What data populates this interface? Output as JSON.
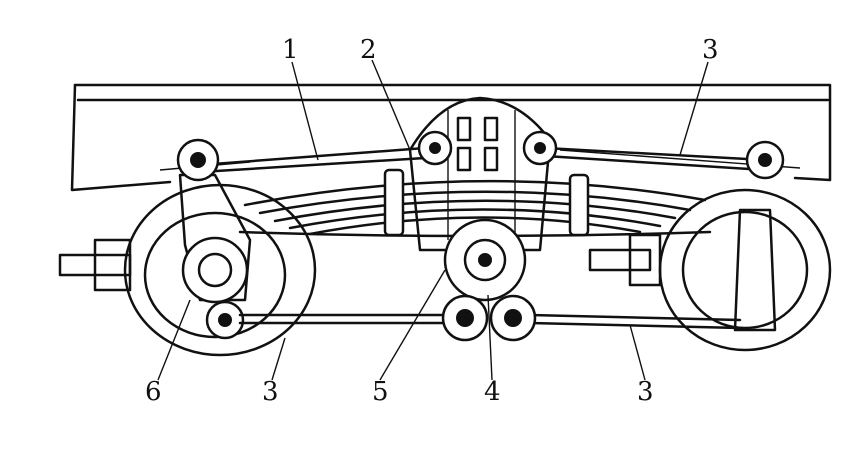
{
  "diagram": {
    "labels": [
      "1",
      "2",
      "3",
      "6",
      "3",
      "5",
      "4",
      "3"
    ],
    "colors": {
      "ink": "#111111",
      "paper": "#ffffff"
    }
  }
}
